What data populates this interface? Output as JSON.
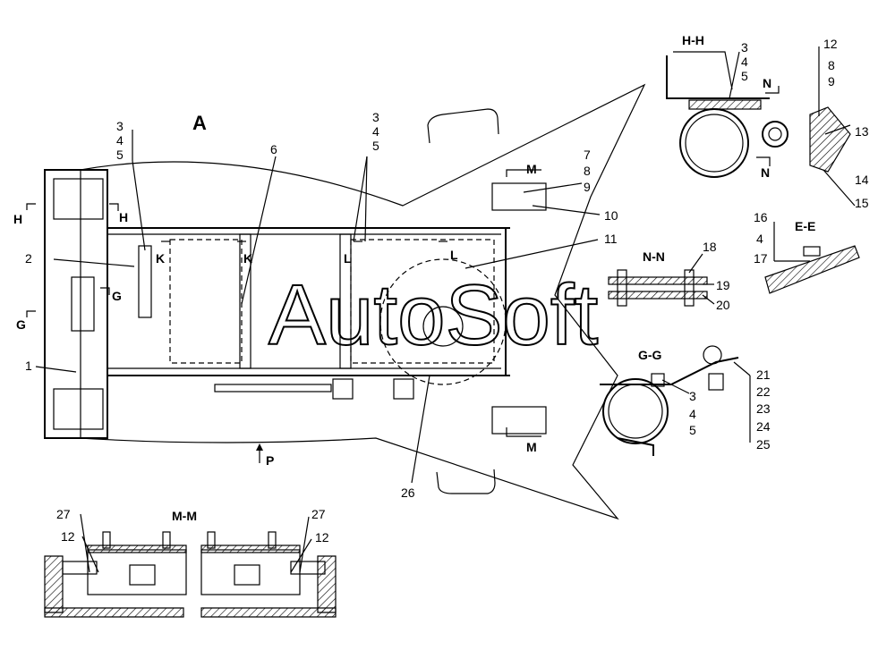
{
  "view_title": "A",
  "watermark": "AutoSoft",
  "sections": {
    "hh": "H-H",
    "nn": "N-N",
    "ee": "E-E",
    "gg": "G-G",
    "mm": "M-M"
  },
  "cut_marks": {
    "h1": "H",
    "h2": "H",
    "g1": "G",
    "g2": "G",
    "k1": "K",
    "k2": "K",
    "l1": "L",
    "l2": "L",
    "m1": "M",
    "m2": "M",
    "n1": "N",
    "n2": "N",
    "p": "P"
  },
  "callouts": {
    "main_left": [
      "3",
      "4",
      "5"
    ],
    "main_mid": [
      "3",
      "4",
      "5"
    ],
    "main_right": [
      "7",
      "8",
      "9"
    ],
    "n10": "10",
    "n11": "11",
    "n6": "6",
    "n2": "2",
    "n1": "1",
    "n26": "26",
    "hh_a": [
      "3",
      "4",
      "5"
    ],
    "hh_b": [
      "12",
      "8",
      "9"
    ],
    "n13": "13",
    "n14": "14",
    "n15": "15",
    "ee": [
      "16",
      "4",
      "17"
    ],
    "nn_18": "18",
    "nn_19": "19",
    "nn_20": "20",
    "gg_a": [
      "3",
      "4",
      "5"
    ],
    "gg_b": [
      "21",
      "22",
      "23",
      "24",
      "25"
    ],
    "mm_27a": "27",
    "mm_12a": "12",
    "mm_27b": "27",
    "mm_12b": "12"
  }
}
